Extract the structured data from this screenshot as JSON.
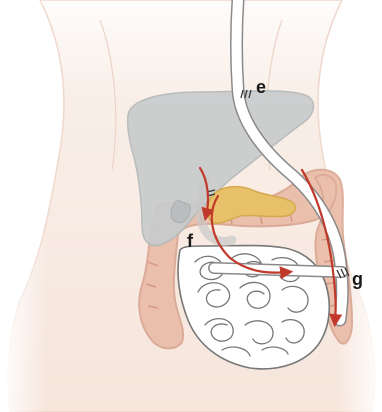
{
  "labels": {
    "e": "e",
    "f": "f",
    "g": "g"
  },
  "colors": {
    "body_skin": "#f8ece4",
    "body_outline": "#efd8cc",
    "liver_fill": "#c9cccd",
    "liver_stroke": "#b4b8ba",
    "pancreas_fill": "#e8c06a",
    "colon_fill": "#e9bba6",
    "colon_stroke": "#d9a590",
    "small_intestine_fill": "#ffffff",
    "small_intestine_stroke": "#777777",
    "tube_fill": "#ffffff",
    "tube_stroke": "#8a8a8a",
    "arrow_color": "#c0392b",
    "label_color": "#1a1a1a"
  }
}
